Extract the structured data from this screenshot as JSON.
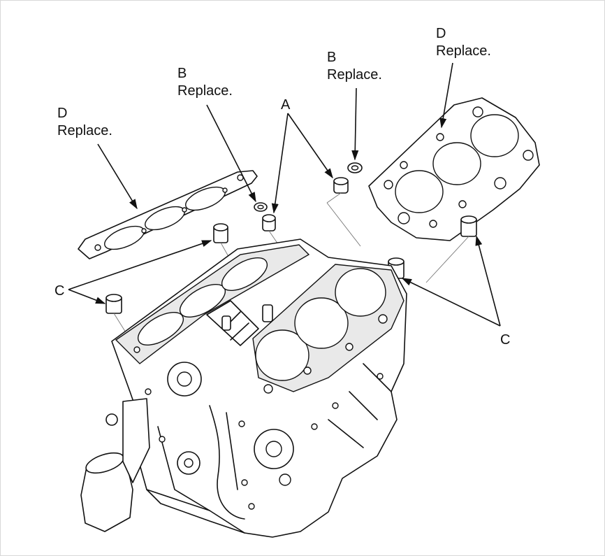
{
  "callouts": {
    "d_left": {
      "letter": "D",
      "note": "Replace."
    },
    "b_left": {
      "letter": "B",
      "note": "Replace."
    },
    "a": {
      "letter": "A"
    },
    "b_right": {
      "letter": "B",
      "note": "Replace."
    },
    "d_right": {
      "letter": "D",
      "note": "Replace."
    },
    "c_left": {
      "letter": "C"
    },
    "c_right": {
      "letter": "C"
    }
  },
  "colors": {
    "line": "#111111",
    "background": "#ffffff"
  }
}
